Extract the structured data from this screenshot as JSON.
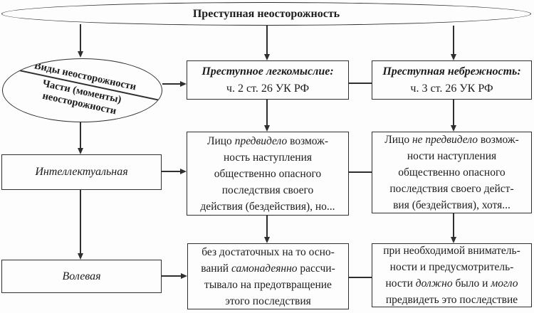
{
  "diagram": {
    "root": {
      "label": "Преступная неосторожность"
    },
    "category": {
      "kinds_label": "Виды неосторожности",
      "parts_label": "Части (моменты)\nнеосторожности"
    },
    "moments": {
      "intellectual_label": "Интеллектуальная",
      "volitional_label": "Волевая"
    },
    "levity": {
      "title": "Преступное легкомыслие:",
      "article": "ч. 2 ст. 26 УК РФ",
      "intellectual": {
        "s0": "Лицо ",
        "s1": "предвидело",
        "s2": " возмож-\nность наступления\nобщественно опасного\nпоследствия своего\nдействия (бездействия), но..."
      },
      "volitional": {
        "s0": "без достаточных на то осно-\nваний ",
        "s1": "самонадеянно",
        "s2": " рассчи-\nтывало на предотвращение\nэтого последствия"
      }
    },
    "negligence": {
      "title": "Преступная небрежность:",
      "article": "ч. 3 ст. 26 УК РФ",
      "intellectual": {
        "s0": "Лицо ",
        "s1": "не предвидело",
        "s2": " возмож-\nности наступления\nобщественно опасного\nпоследствия своего дейст-\nвия (бездействия), хотя..."
      },
      "volitional": {
        "s0": "при необходимой вниматель-\nности и предусмотритель-\nности ",
        "s1": "должно",
        "s2": " было и ",
        "s3": "могло",
        "s4": "\nпредвидеть это последствие"
      }
    },
    "colors": {
      "line": "#2f2f2f",
      "text": "#1c1c1c",
      "background": "#fdfdfd"
    }
  }
}
